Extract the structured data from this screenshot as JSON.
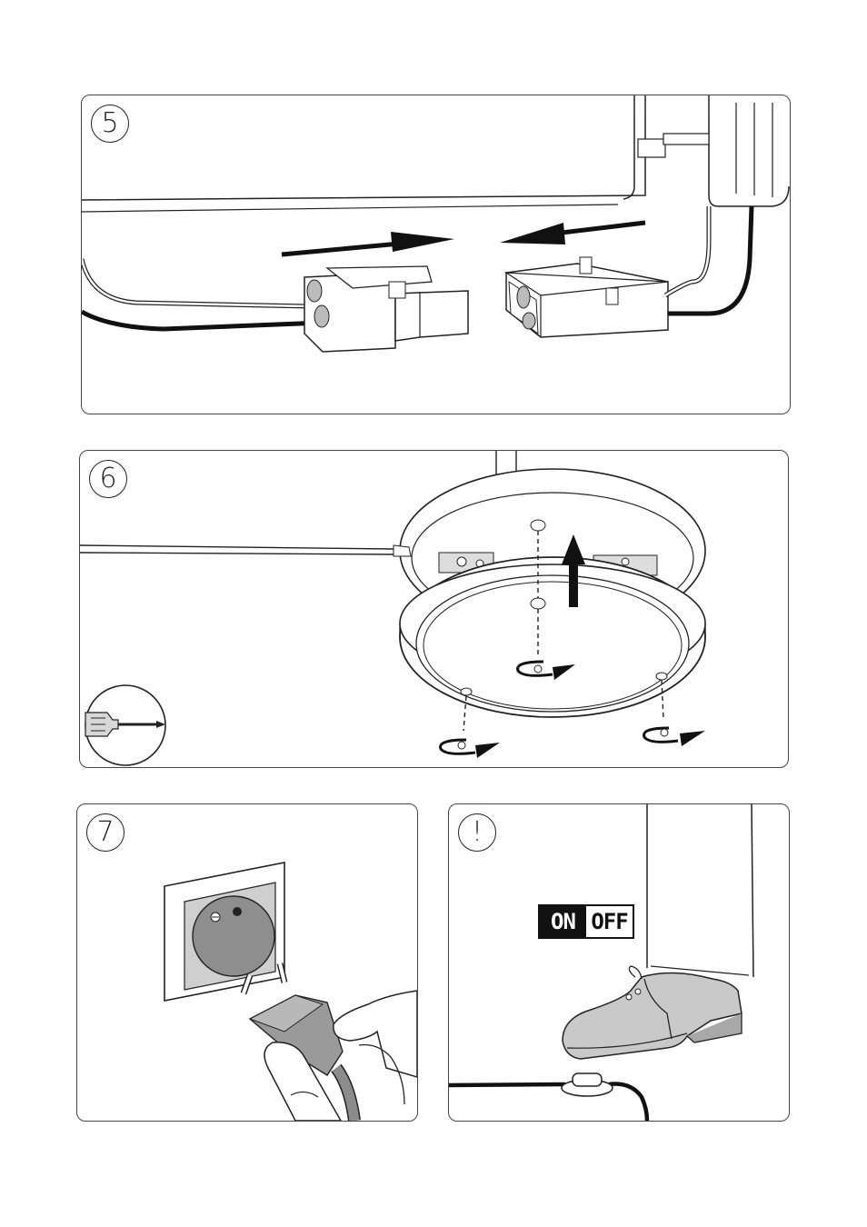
{
  "steps": [
    {
      "number": "5"
    },
    {
      "number": "6"
    },
    {
      "number": "7"
    },
    {
      "number": "!"
    }
  ],
  "switch": {
    "on_label": "ON",
    "off_label": "OFF"
  },
  "colors": {
    "line": "#111111",
    "grey": "#bdbdbd",
    "dark_grey": "#8c8c8c"
  }
}
